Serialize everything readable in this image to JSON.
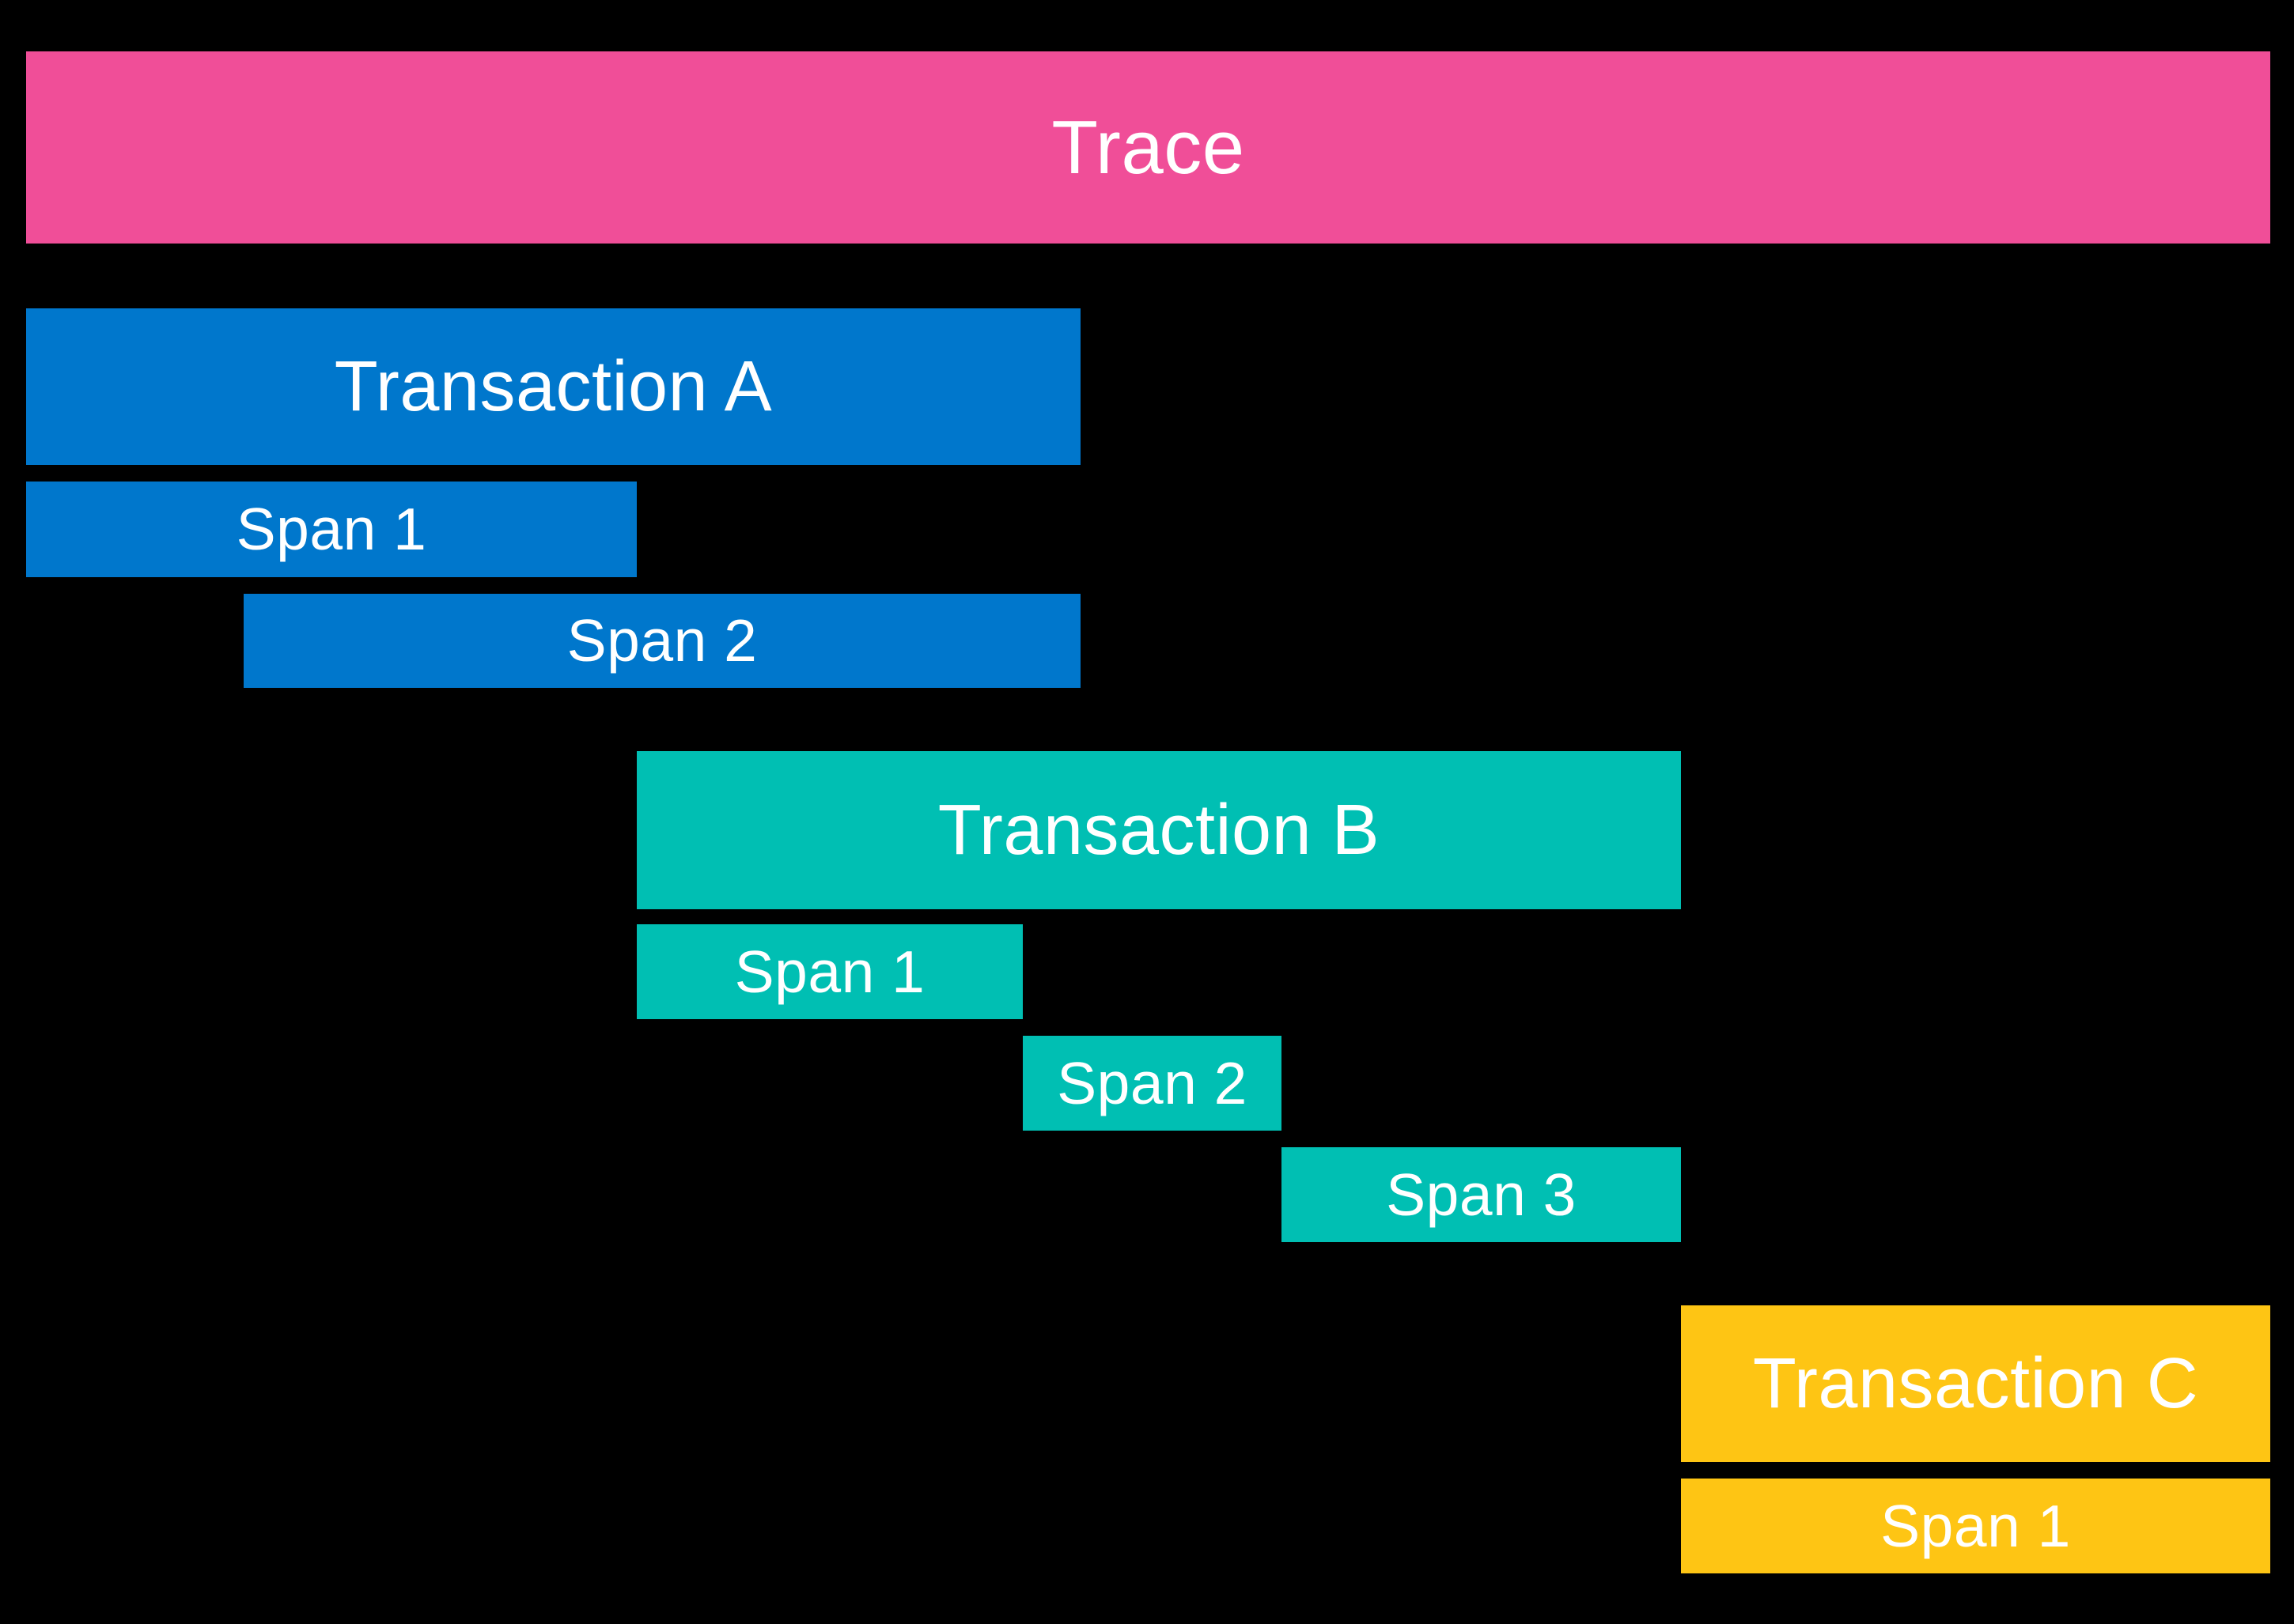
{
  "canvas": {
    "background": "#000000"
  },
  "palette": {
    "trace": "#F04E98",
    "transaction_a": "#0077CC",
    "transaction_b": "#00BFB3",
    "transaction_c": "#FEC514",
    "label_text": "#FFFFFF"
  },
  "trace": {
    "label": "Trace",
    "color": "#F04E98"
  },
  "transactions": [
    {
      "label": "Transaction A",
      "color": "#0077CC",
      "spans": [
        {
          "label": "Span 1"
        },
        {
          "label": "Span 2"
        }
      ]
    },
    {
      "label": "Transaction B",
      "color": "#00BFB3",
      "spans": [
        {
          "label": "Span 1"
        },
        {
          "label": "Span 2"
        },
        {
          "label": "Span 3"
        }
      ]
    },
    {
      "label": "Transaction C",
      "color": "#FEC514",
      "spans": [
        {
          "label": "Span 1"
        }
      ]
    }
  ]
}
